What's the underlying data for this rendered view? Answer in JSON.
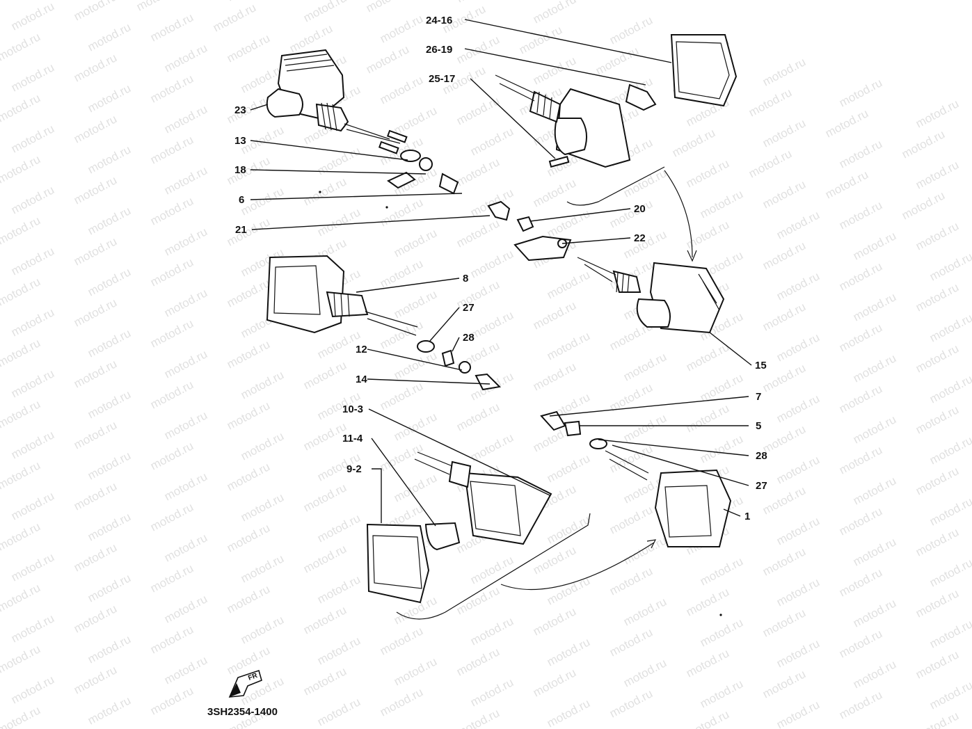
{
  "watermark": {
    "text": "motod.ru"
  },
  "diagram_code": "3SH2354-1400",
  "direction_marker": {
    "label": "FR",
    "icon": "front-arrow-icon"
  },
  "callouts": [
    "24-16",
    "26-19",
    "25-17",
    "23",
    "13",
    "18",
    "6",
    "20",
    "21",
    "22",
    "8",
    "27",
    "28",
    "12",
    "14",
    "15",
    "10-3",
    "7",
    "11-4",
    "5",
    "9-2",
    "28",
    "27",
    "1"
  ]
}
